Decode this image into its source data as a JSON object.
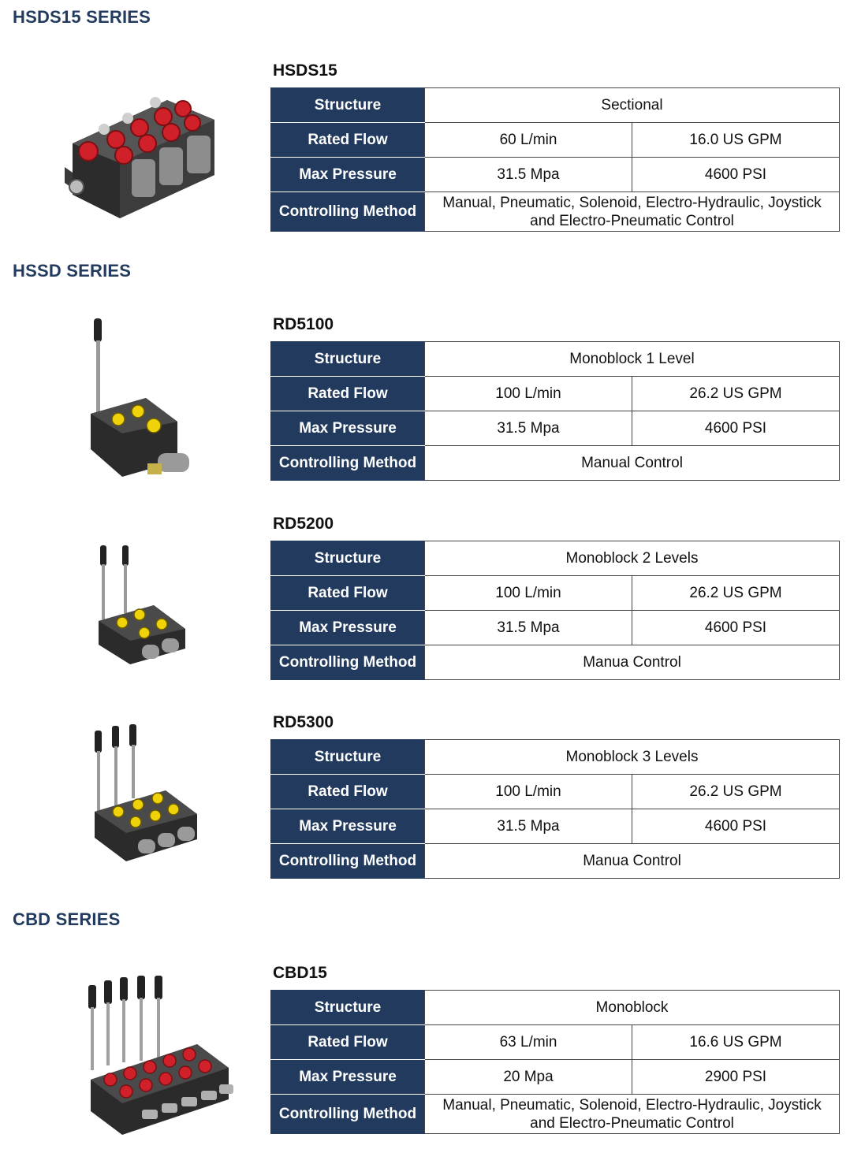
{
  "labels": {
    "structure": "Structure",
    "rated_flow": "Rated Flow",
    "max_pressure": "Max Pressure",
    "controlling_method": "Controlling Method"
  },
  "series": [
    {
      "title": "HSDS15 SERIES",
      "models": [
        {
          "name": "HSDS15",
          "image": "sectional-valve-red-caps",
          "structure": "Sectional",
          "flow_metric": "60 L/min",
          "flow_us": "16.0 US GPM",
          "pressure_metric": "31.5 Mpa",
          "pressure_us": "4600 PSI",
          "control": "Manual, Pneumatic, Solenoid, Electro-Hydraulic, Joystick and Electro-Pneumatic Control"
        }
      ]
    },
    {
      "title": "HSSD SERIES",
      "models": [
        {
          "name": "RD5100",
          "image": "monoblock-valve-1-lever",
          "structure": "Monoblock 1 Level",
          "flow_metric": "100 L/min",
          "flow_us": "26.2 US GPM",
          "pressure_metric": "31.5 Mpa",
          "pressure_us": "4600 PSI",
          "control": "Manual Control"
        },
        {
          "name": "RD5200",
          "image": "monoblock-valve-2-levers",
          "structure": "Monoblock 2 Levels",
          "flow_metric": "100 L/min",
          "flow_us": "26.2 US GPM",
          "pressure_metric": "31.5 Mpa",
          "pressure_us": "4600 PSI",
          "control": "Manua Control"
        },
        {
          "name": "RD5300",
          "image": "monoblock-valve-3-levers",
          "structure": "Monoblock 3 Levels",
          "flow_metric": "100 L/min",
          "flow_us": "26.2 US GPM",
          "pressure_metric": "31.5 Mpa",
          "pressure_us": "4600 PSI",
          "control": "Manua Control"
        }
      ]
    },
    {
      "title": "CBD SERIES",
      "models": [
        {
          "name": "CBD15",
          "image": "monoblock-valve-5-levers",
          "structure": "Monoblock",
          "flow_metric": "63 L/min",
          "flow_us": "16.6 US GPM",
          "pressure_metric": "20 Mpa",
          "pressure_us": "2900 PSI",
          "control": "Manual, Pneumatic, Solenoid, Electro-Hydraulic, Joystick and Electro-Pneumatic Control"
        }
      ]
    }
  ],
  "colors": {
    "series_title": "#233b5e",
    "header_cell": "#223a5e"
  }
}
